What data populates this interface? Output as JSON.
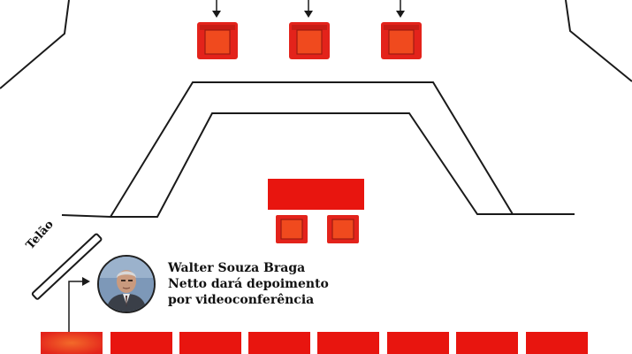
{
  "screen": {
    "label": "Telão"
  },
  "witness": {
    "caption_lines": [
      "Walter Souza Braga",
      "Netto dará depoimento",
      "por videoconferência"
    ],
    "photo_icon": "person-portrait-icon"
  },
  "colors": {
    "seat_red": "#e3231b",
    "seat_inner": "#f04a1e",
    "table_red": "#e8150f",
    "line": "#1a1a1a"
  }
}
